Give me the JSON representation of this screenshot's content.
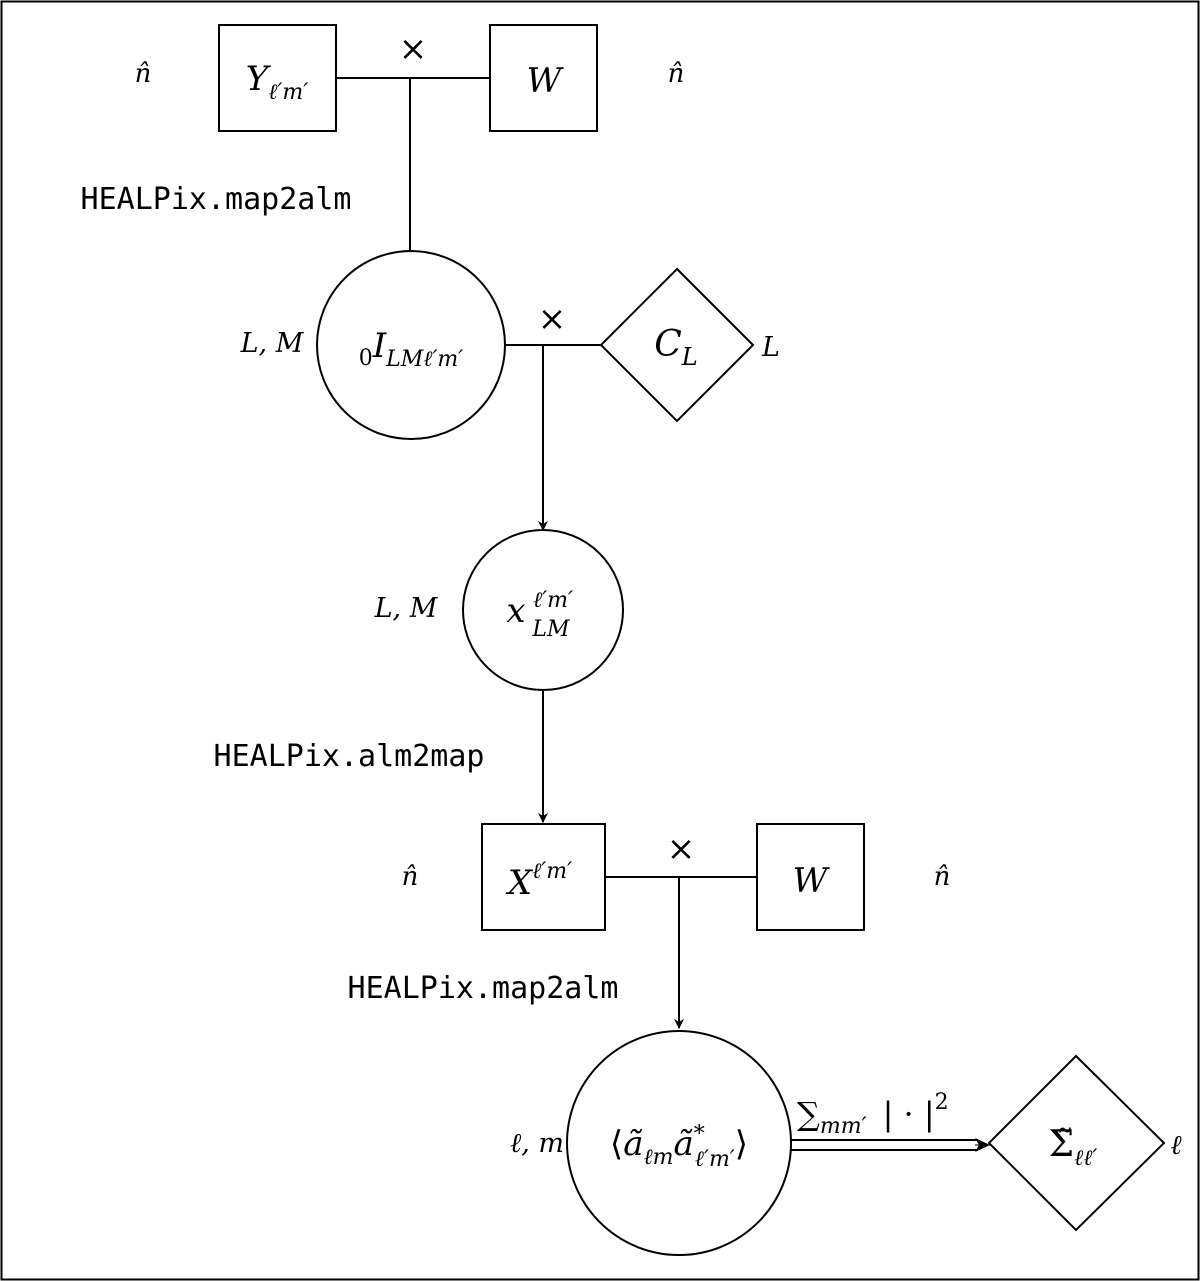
{
  "diagram": {
    "top": {
      "left_index": "n̂",
      "right_index": "n̂",
      "ylm_box": {
        "base": "Y",
        "sub": "ℓ′m′"
      },
      "w_box": {
        "base": "W"
      },
      "operator": "×"
    },
    "step1_label": "HEALPix.map2alm",
    "coupling": {
      "index": "L, M",
      "integral": {
        "pre_sub": "0",
        "base": "I",
        "sub": "LMℓ′m′"
      },
      "operator": "×",
      "cl_diamond": {
        "base": "C",
        "sub": "L"
      },
      "cl_index": "L"
    },
    "x_node": {
      "index": "L, M",
      "base": "x",
      "sup": "ℓ′m′",
      "sub": "LM"
    },
    "step2_label": "HEALPix.alm2map",
    "bottom": {
      "left_index": "n̂",
      "right_index": "n̂",
      "x_box": {
        "base": "X",
        "sup": "ℓ′m′"
      },
      "w_box": {
        "base": "W"
      },
      "operator": "×"
    },
    "step3_label": "HEALPix.map2alm",
    "result": {
      "index": "ℓ, m",
      "expr": {
        "open": "⟨",
        "a": "ã",
        "a_sub": "ℓm",
        "b": "ã",
        "b_sup": "*",
        "b_sub": "ℓ′m′",
        "close": "⟩"
      },
      "sum_label": {
        "sym": "∑",
        "sub": "mm′",
        "abs": "| · |",
        "sup": "2"
      },
      "sigma": {
        "base": "Σ̃",
        "sub": "ℓℓ′"
      },
      "sigma_index": "ℓ"
    }
  }
}
